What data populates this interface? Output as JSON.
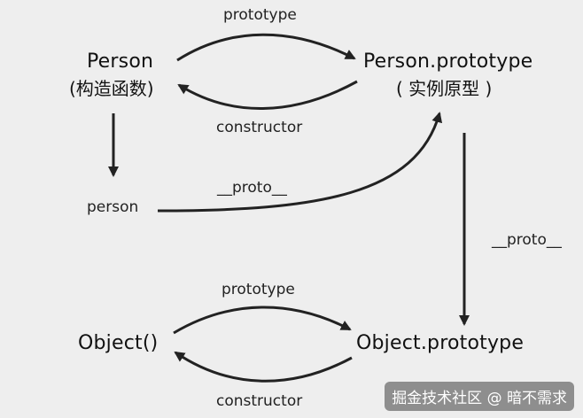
{
  "nodes": {
    "person_ctor": {
      "title": "Person",
      "subtitle": "(构造函数)"
    },
    "person_proto": {
      "title": "Person.prototype",
      "subtitle": "( 实例原型 )"
    },
    "person_instance": {
      "title": "person"
    },
    "object_ctor": {
      "title": "Object()"
    },
    "object_proto": {
      "title": "Object.prototype"
    }
  },
  "edges": {
    "person_prototype": "prototype",
    "person_constructor": "constructor",
    "person_instance_proto": "__proto__",
    "person_proto_proto": "__proto__",
    "object_prototype": "prototype",
    "object_constructor": "constructor"
  },
  "watermark": "掘金技术社区 @ 暗不需求",
  "colors": {
    "background": "#eeeeee",
    "stroke": "#222222",
    "text": "#111111"
  }
}
